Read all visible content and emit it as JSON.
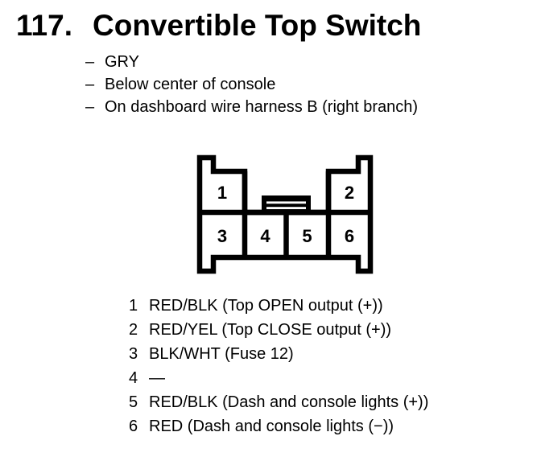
{
  "page": {
    "colors": {
      "ink": "#000000",
      "background": "#ffffff"
    }
  },
  "header": {
    "number": "117.",
    "title": "Convertible Top Switch"
  },
  "notes": [
    {
      "dash": "–",
      "text": "GRY"
    },
    {
      "dash": "–",
      "text": "Below center of console"
    },
    {
      "dash": "–",
      "text": "On dashboard wire harness B (right branch)"
    }
  ],
  "connector": {
    "cells": [
      "1",
      "2",
      "3",
      "4",
      "5",
      "6"
    ]
  },
  "pin_list": [
    {
      "num": "1",
      "desc": "RED/BLK (Top OPEN output (+))"
    },
    {
      "num": "2",
      "desc": "RED/YEL (Top CLOSE output (+))"
    },
    {
      "num": "3",
      "desc": "BLK/WHT (Fuse 12)"
    },
    {
      "num": "4",
      "desc": "—"
    },
    {
      "num": "5",
      "desc": "RED/BLK (Dash and console lights (+))"
    },
    {
      "num": "6",
      "desc": "RED (Dash and console lights (−))"
    }
  ]
}
